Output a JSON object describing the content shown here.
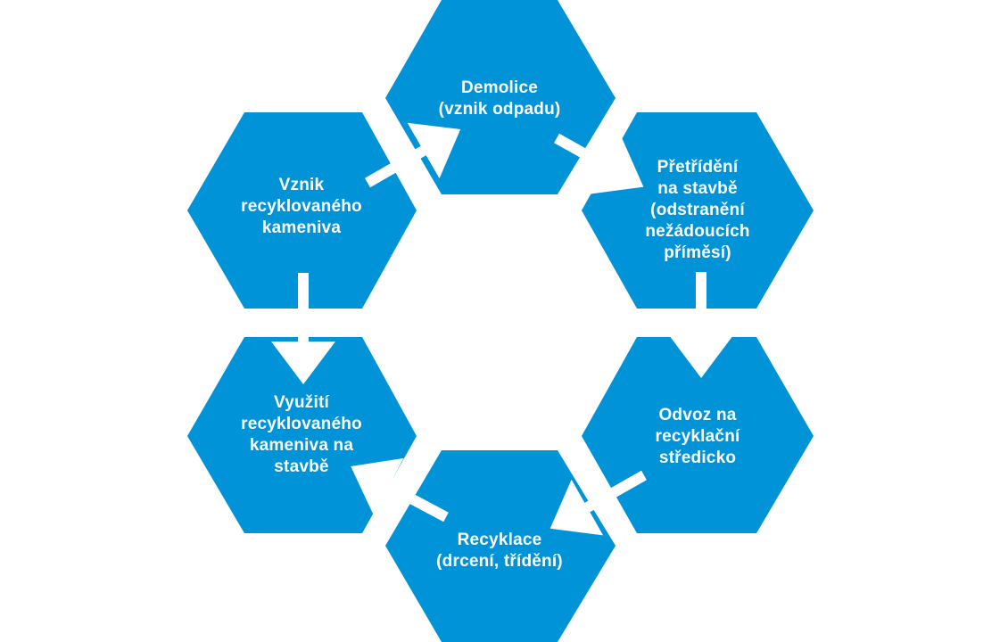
{
  "diagram": {
    "fill_color": "#0093d8",
    "arrow_color": "#ffffff",
    "background_color": "#ffffff",
    "nodes": {
      "demolice": {
        "lines": [
          "Demolice",
          "(vznik odpadu)"
        ]
      },
      "pretrideni": {
        "lines": [
          "Přetřídění",
          "na stavbě",
          "(odstranění",
          "nežádoucích",
          "příměsí)"
        ]
      },
      "odvoz": {
        "lines": [
          "Odvoz na",
          "recyklační",
          "středicko"
        ]
      },
      "recyklace": {
        "lines": [
          "Recyklace",
          "(drcení, třídění)"
        ]
      },
      "vyuziti": {
        "lines": [
          "Využití",
          "recyklovaného",
          "kameniva na",
          "stavbě"
        ]
      },
      "vznik": {
        "lines": [
          "Vznik",
          "recyklovaného",
          "kameniva"
        ]
      }
    }
  }
}
